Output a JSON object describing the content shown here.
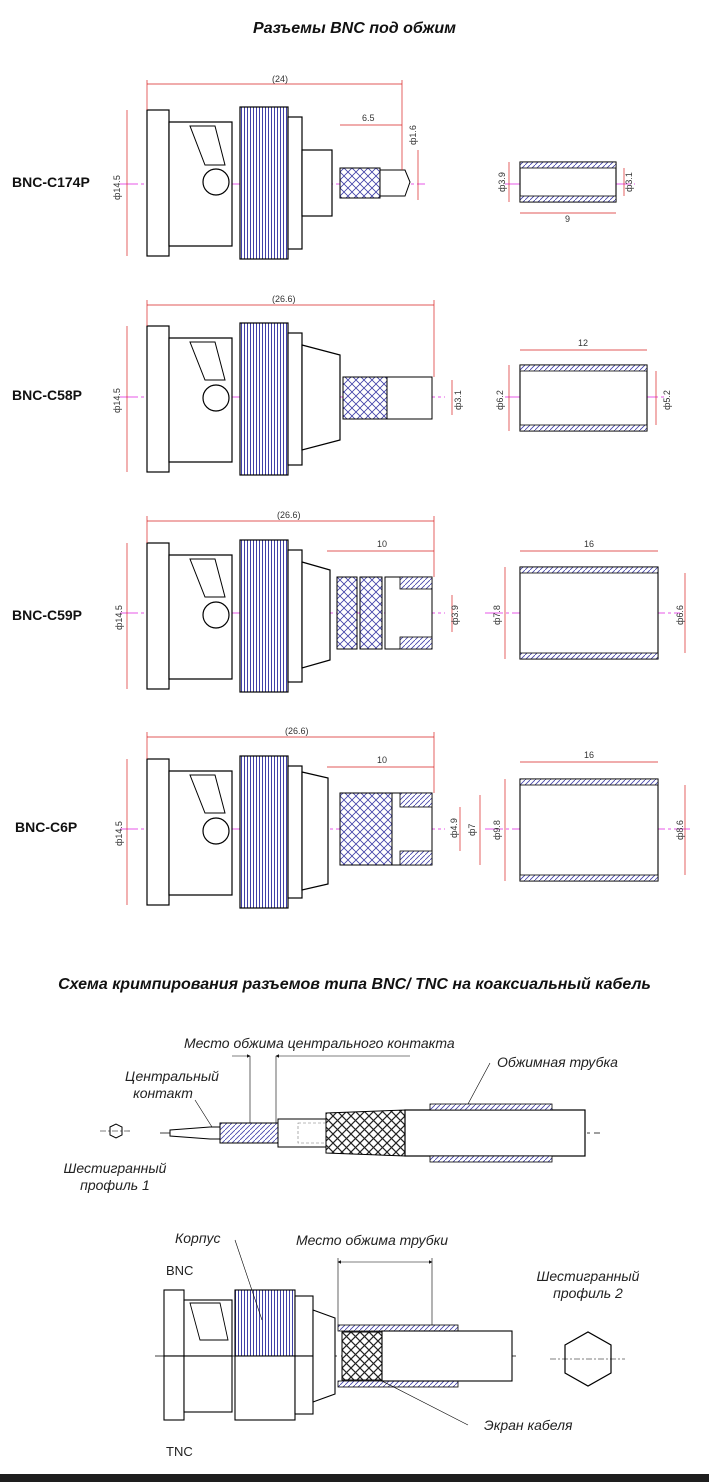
{
  "title_top": "Разъемы BNC под обжим",
  "title_bottom": "Схема кримпирования разъемов типа BNC/ TNC на коаксиальный кабель",
  "colors": {
    "dimension": "#d82020",
    "axis": "#e020e0",
    "hatch": "#3a3aa0",
    "line": "#000000"
  },
  "models": [
    {
      "name": "BNC-C174P",
      "overall": "(24)",
      "dim_a": "6.5",
      "dim_pin": "ф1.6",
      "dia": "ф14.5",
      "sleeve_len": "9",
      "sleeve_od": "ф3.9",
      "sleeve_id": "ф3.1"
    },
    {
      "name": "BNC-C58P",
      "overall": "(26.6)",
      "dim_pin": "ф3.1",
      "dia": "ф14.5",
      "sleeve_len": "12",
      "sleeve_od": "ф6.2",
      "sleeve_id": "ф5.2"
    },
    {
      "name": "BNC-C59P",
      "overall": "(26.6)",
      "dim_a": "10",
      "dim_pin": "ф3.9",
      "dia": "ф14.5",
      "sleeve_len": "16",
      "sleeve_od": "ф7.8",
      "sleeve_id": "ф6.6"
    },
    {
      "name": "BNC-C6P",
      "overall": "(26.6)",
      "dim_a": "10",
      "dim_pin": "ф4.9",
      "dim_pin2": "ф7",
      "dia": "ф14.5",
      "sleeve_len": "16",
      "sleeve_od": "ф9.8",
      "sleeve_id": "ф8.6"
    }
  ],
  "crimp": {
    "center_crimp_place": "Место обжима центрального контакта",
    "center_contact_1": "Центральный",
    "center_contact_2": "контакт",
    "crimp_tube": "Обжимная трубка",
    "hex1_1": "Шестигранный",
    "hex1_2": "профиль 1",
    "body": "Корпус",
    "tube_crimp_place": "Место обжима трубки",
    "hex2_1": "Шестигранный",
    "hex2_2": "профиль 2",
    "shield": "Экран кабеля",
    "bnc": "BNC",
    "tnc": "TNC"
  }
}
